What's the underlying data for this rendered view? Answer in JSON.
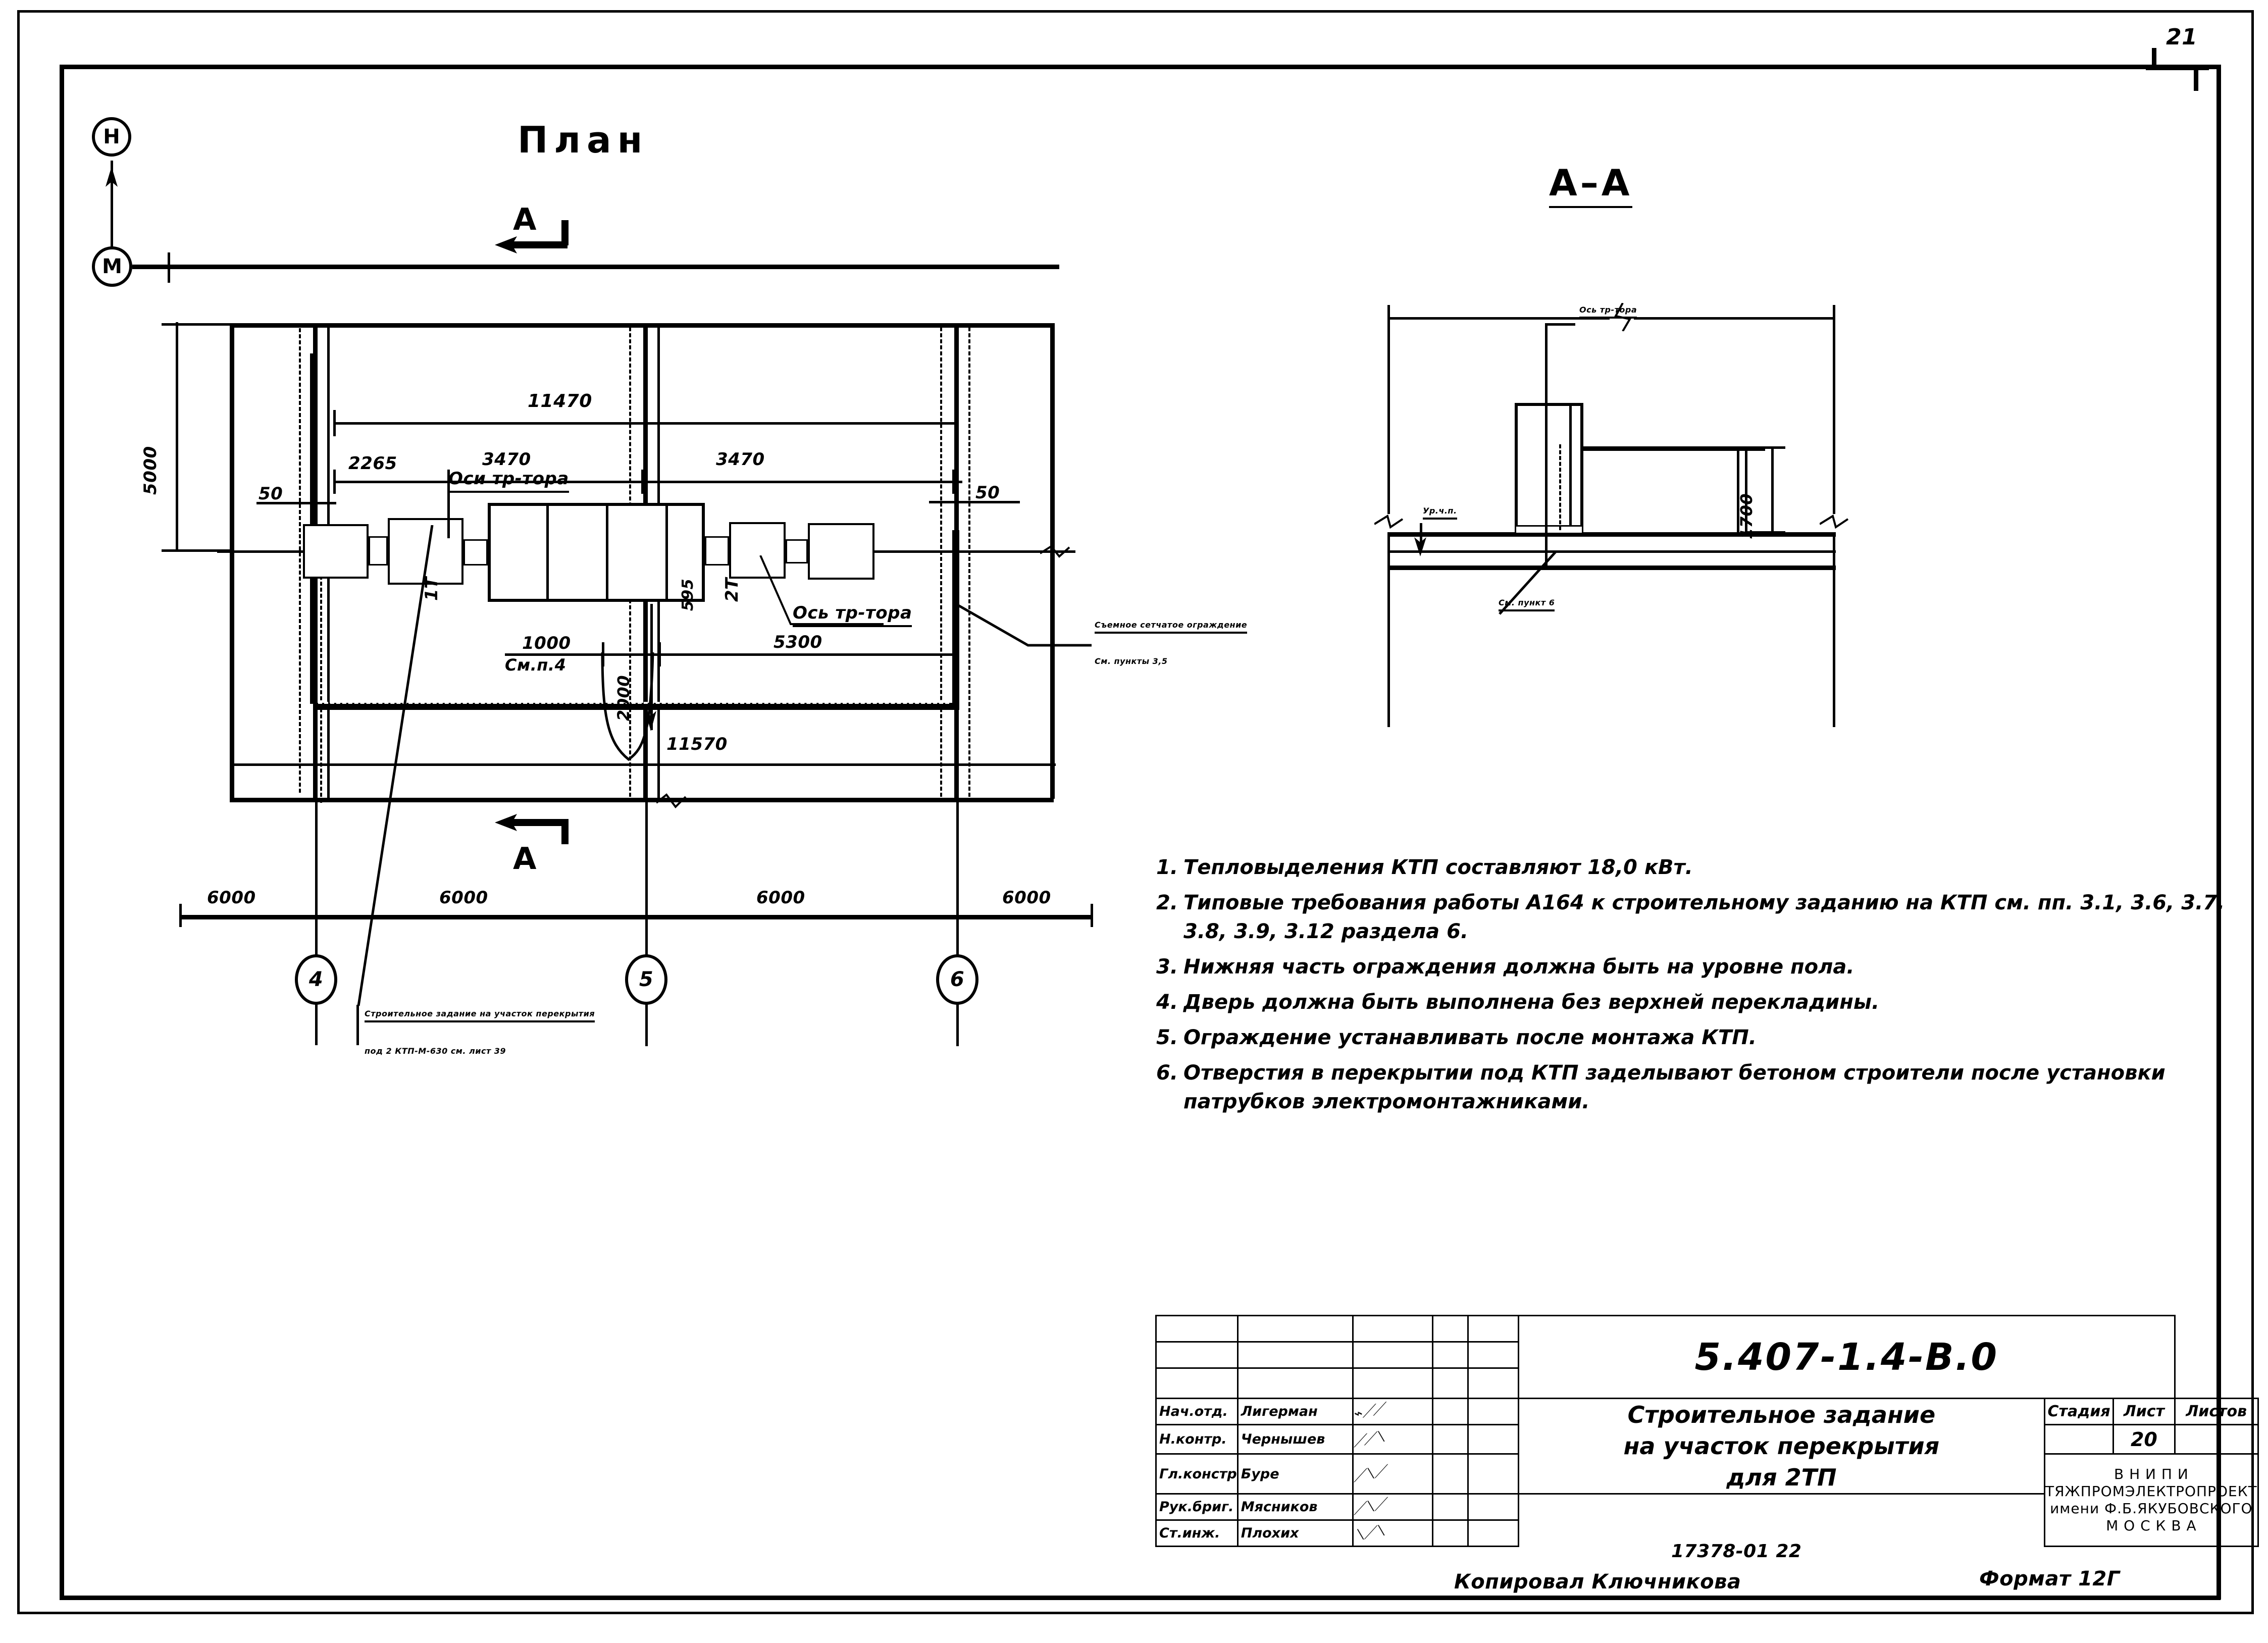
{
  "sheet": {
    "corner_mark": "21"
  },
  "plan": {
    "title": "План",
    "section_mark": "А",
    "section_mark_bottom": "А",
    "axis_markers": {
      "north": "Н",
      "south": "М"
    },
    "grid_bubbles": [
      "4",
      "5",
      "6"
    ],
    "grid_spans": [
      "6000",
      "6000",
      "6000",
      "6000"
    ],
    "dims": {
      "left_vertical": "5000",
      "overall_top": "11470",
      "seg_2265": "2265",
      "seg_3470_a": "3470",
      "seg_3470_b": "3470",
      "gap_left": "50",
      "gap_right": "50",
      "seg_1000": "1000",
      "seg_5300": "5300",
      "vert_2000": "2000",
      "overall_bottom": "11570",
      "vert_595": "595"
    },
    "labels": {
      "axes_transformer_top": "Оси тр-тора",
      "axis_transformer_bottom": "Ось тр-тора",
      "see_item_4": "См.п.4",
      "transformer_1": "1Т",
      "transformer_2": "2Т"
    },
    "callout_fence": {
      "line1": "Съемное  сетчатое  ограждение",
      "line2": "См. пункты 3,5"
    },
    "callout_slab": {
      "line1": "Строительное задание на участок перекрытия",
      "line2": "под 2 КТП-М-630 см. лист 39"
    }
  },
  "section": {
    "title": "А–А",
    "labels": {
      "axis_transformer": "Ось  тр-тора",
      "floor_level": "Ур.ч.п.",
      "height_1700": "1700",
      "see_item_6": "См. пункт 6"
    }
  },
  "notes": [
    {
      "num": "1.",
      "text": "Тепловыделения  КТП  составляют  18,0 кВт."
    },
    {
      "num": "2.",
      "text": "Типовые требования  работы А164  к строительному заданию на  КТП см. пп. 3.1, 3.6, 3.7, 3.8, 3.9, 3.12 раздела 6."
    },
    {
      "num": "3.",
      "text": "Нижняя  часть  ограждения должна  быть  на  уровне пола."
    },
    {
      "num": "4.",
      "text": "Дверь должна быть  выполнена без верхней перекладины."
    },
    {
      "num": "5.",
      "text": "Ограждение устанавливать после монтажа  КТП."
    },
    {
      "num": "6.",
      "text": "Отверстия в  перекрытии под КТП заделывают бетоном строители после установки патрубков электромонтажниками."
    }
  ],
  "title_block": {
    "code": "5.407-1.4-В.0",
    "title_line1": "Строительное задание",
    "title_line2": "на участок перекрытия",
    "title_line3": "для 2ТП",
    "signatures": [
      {
        "role": "Нач.отд.",
        "name": "Лигерман"
      },
      {
        "role": "Н.контр.",
        "name": "Чернышев"
      },
      {
        "role": "Гл.констр",
        "name": "Буре"
      },
      {
        "role": "Рук.бриг.",
        "name": "Мясников"
      },
      {
        "role": "Ст.инж.",
        "name": "Плохих"
      }
    ],
    "columns": {
      "stage": "Стадия",
      "sheet": "Лист",
      "sheets": "Листов"
    },
    "values": {
      "stage": "",
      "sheet": "20",
      "sheets": ""
    },
    "organization": {
      "line1": "В Н И П И",
      "line2": "ТЯЖПРОМЭЛЕКТРОПРОЕКТ",
      "line3": "имени Ф.Б.ЯКУБОВСКОГО",
      "line4": "М О С К В А"
    }
  },
  "footer": {
    "archive_no": "17378-01   22",
    "copied_by": "Копировал Ключникова",
    "format": "Формат 12Г"
  }
}
